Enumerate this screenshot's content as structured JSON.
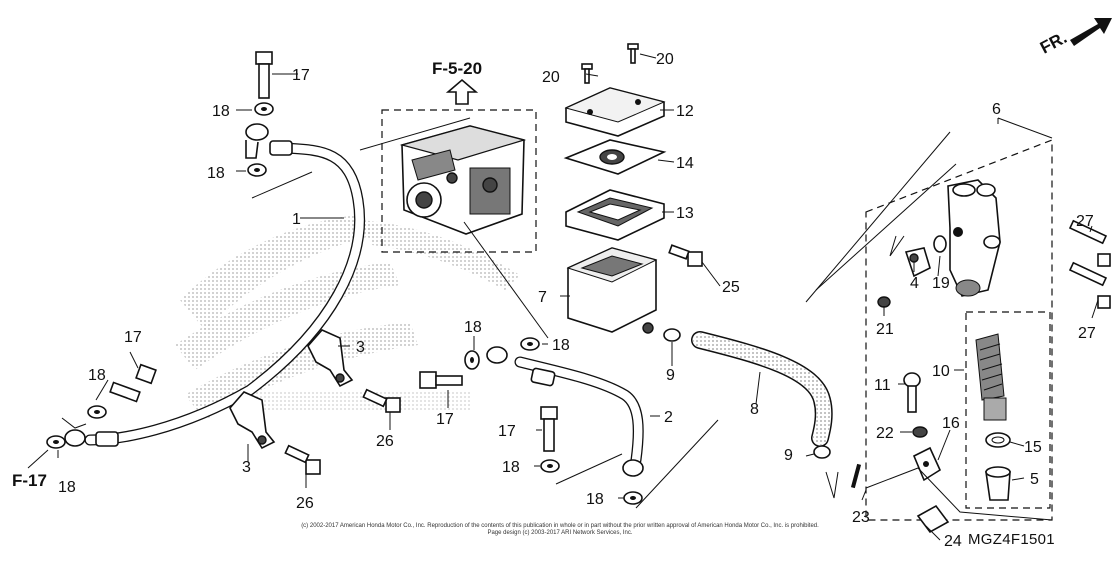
{
  "diagram": {
    "direction_marker": "FR.",
    "ref_top": "F-5-20",
    "ref_left": "F-17",
    "diagram_code": "MGZ4F1501",
    "copyright_line1": "(c) 2002-2017 American Honda Motor Co., Inc. Reproduction of the contents of this publication in whole or in part without the prior written approval of American Honda Motor Co., Inc. is prohibited.",
    "copyright_line2": "Page design (c) 2003-2017 ARI Network Services, Inc.",
    "callouts": {
      "c1": "1",
      "c2": "2",
      "c3a": "3",
      "c3b": "3",
      "c4": "4",
      "c5": "5",
      "c6": "6",
      "c7": "7",
      "c8": "8",
      "c9a": "9",
      "c9b": "9",
      "c10": "10",
      "c11": "11",
      "c12": "12",
      "c13": "13",
      "c14": "14",
      "c15": "15",
      "c16": "16",
      "c17a": "17",
      "c17b": "17",
      "c17c": "17",
      "c17d": "17",
      "c18a": "18",
      "c18b": "18",
      "c18c": "18",
      "c18d": "18",
      "c18e": "18",
      "c18f": "18",
      "c18g": "18",
      "c18h": "18",
      "c19": "19",
      "c20a": "20",
      "c20b": "20",
      "c21": "21",
      "c22": "22",
      "c23": "23",
      "c24": "24",
      "c25": "25",
      "c26a": "26",
      "c26b": "26",
      "c27a": "27",
      "c27b": "27"
    }
  }
}
